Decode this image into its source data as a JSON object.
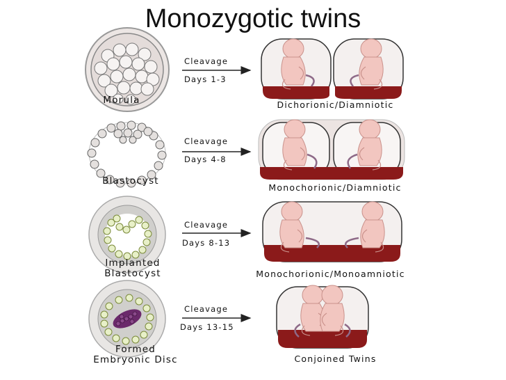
{
  "title": "Monozygotic twins",
  "rows": [
    {
      "stage": "Morula",
      "arrow_top": "Cleavage",
      "arrow_bottom": "Days 1-3",
      "outcome": "Dichorionic/Diamniotic"
    },
    {
      "stage": "Blastocyst",
      "arrow_top": "Cleavage",
      "arrow_bottom": "Days 4-8",
      "outcome": "Monochorionic/Diamniotic"
    },
    {
      "stage_line1": "Implanted",
      "stage_line2": "Blastocyst",
      "arrow_top": "Cleavage",
      "arrow_bottom": "Days 8-13",
      "outcome": "Monochorionic/Monoamniotic"
    },
    {
      "stage_line1": "Formed",
      "stage_line2": "Embryonic Disc",
      "arrow_top": "Cleavage",
      "arrow_bottom": "Days 13-15",
      "outcome": "Conjoined Twins"
    }
  ],
  "colors": {
    "placenta": "#8b1a1a",
    "embryo": "#f2c6c0",
    "membrane": "#d8d0cc",
    "cell": "#e8e4e2"
  }
}
